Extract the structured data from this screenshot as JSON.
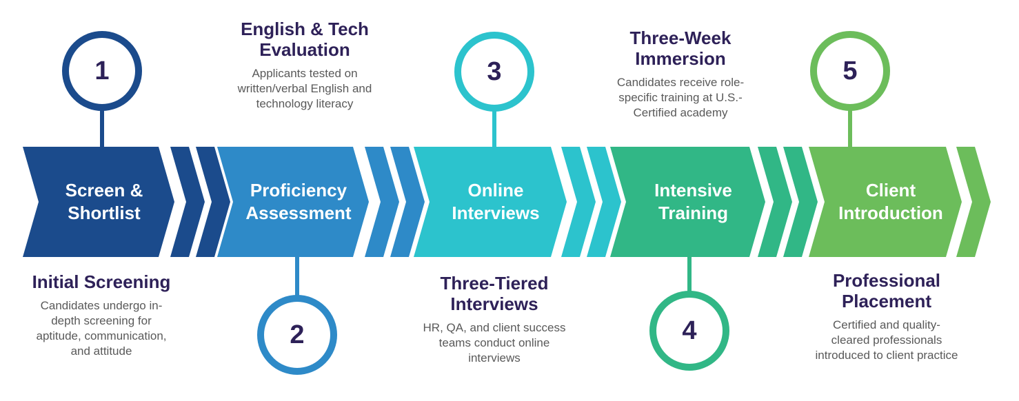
{
  "palette": {
    "background": "#ffffff",
    "title_color": "#2e2158",
    "number_color": "#2d2158",
    "description_color": "#595959",
    "arrow_label_color": "#ffffff"
  },
  "steps": [
    {
      "number": "1",
      "color": "#1b4b8c",
      "arrow_label": "Screen &\nShortlist",
      "callout_position": "bottom",
      "callout_title": "Initial Screening",
      "callout_description": "Candidates undergo in-\ndepth screening for\naptitude, communication,\nand attitude"
    },
    {
      "number": "2",
      "color": "#2e8ac8",
      "arrow_label": "Proficiency\nAssessment",
      "callout_position": "top",
      "callout_title": "English & Tech\nEvaluation",
      "callout_description": "Applicants tested on\nwritten/verbal English and\ntechnology literacy"
    },
    {
      "number": "3",
      "color": "#2cc3cd",
      "arrow_label": "Online\nInterviews",
      "callout_position": "bottom",
      "callout_title": "Three-Tiered\nInterviews",
      "callout_description": "HR, QA, and client success\nteams conduct online\ninterviews"
    },
    {
      "number": "4",
      "color": "#31b786",
      "arrow_label": "Intensive\nTraining",
      "callout_position": "top",
      "callout_title": "Three-Week\nImmersion",
      "callout_description": "Candidates receive role-\nspecific training at U.S.-\nCertified academy"
    },
    {
      "number": "5",
      "color": "#6cbd5b",
      "arrow_label": "Client\nIntroduction",
      "callout_position": "bottom",
      "callout_title": "Professional\nPlacement",
      "callout_description": "Certified and quality-\ncleared professionals\nintroduced to client practice"
    }
  ]
}
